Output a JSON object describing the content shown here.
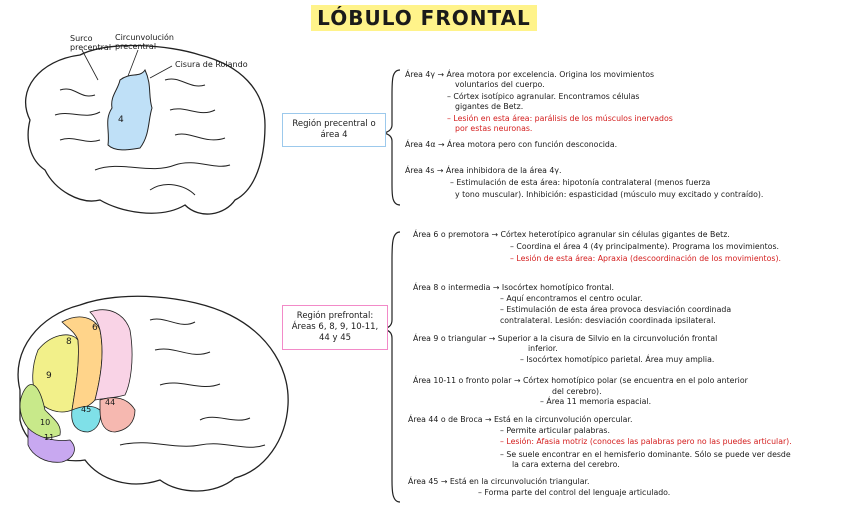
{
  "title": "LÓBULO FRONTAL",
  "brain1_labels": {
    "surco": "Surco precentral",
    "circunvolucion": "Circunvolución precentral",
    "cisura": "Cisura de Rolando",
    "area": "4"
  },
  "brain2_labels": [
    "6",
    "8",
    "9",
    "10",
    "11",
    "45",
    "44"
  ],
  "box1": "Región precentral o área 4",
  "box2": "Región prefrontal: Áreas 6, 8, 9, 10-11, 44 y 45",
  "section1": [
    {
      "text": "Área 4γ → Área motora por excelencia. Origina los movimientos",
      "cls": ""
    },
    {
      "text": "voluntarios del cuerpo.",
      "cls": ""
    },
    {
      "text": "– Córtex isotípico agranular. Encontramos células",
      "cls": ""
    },
    {
      "text": "gigantes de Betz.",
      "cls": ""
    },
    {
      "text": "– Lesión en esta área: parálisis de los músculos inervados",
      "cls": "red"
    },
    {
      "text": "por estas neuronas.",
      "cls": "red"
    },
    {
      "text": "Área 4α → Área motora pero con función desconocida.",
      "cls": ""
    },
    {
      "text": "Área 4s → Área inhibidora de la área 4γ.",
      "cls": ""
    },
    {
      "text": "– Estimulación de esta área: hipotonía contralateral (menos fuerza",
      "cls": ""
    },
    {
      "text": "y tono muscular). Inhibición: espasticidad (músculo muy excitado y contraído).",
      "cls": ""
    }
  ],
  "section2": [
    {
      "text": "Área 6 o premotora → Córtex heterotípico agranular sin células gigantes de Betz.",
      "cls": ""
    },
    {
      "text": "– Coordina el área 4 (4γ principalmente). Programa los movimientos.",
      "cls": ""
    },
    {
      "text": "– Lesión de esta área: Apraxia (descoordinación de los movimientos).",
      "cls": "red"
    },
    {
      "text": "Área 8 o intermedia → Isocórtex homotípico frontal.",
      "cls": ""
    },
    {
      "text": "– Aquí encontramos el centro ocular.",
      "cls": ""
    },
    {
      "text": "– Estimulación de esta área provoca desviación coordinada",
      "cls": ""
    },
    {
      "text": "contralateral. Lesión: desviación coordinada ipsilateral.",
      "cls": ""
    },
    {
      "text": "Área 9 o triangular → Superior a la cisura de Silvio en la circunvolución frontal",
      "cls": ""
    },
    {
      "text": "inferior.",
      "cls": ""
    },
    {
      "text": "– Isocórtex homotípico parietal. Área muy amplia.",
      "cls": ""
    },
    {
      "text": "Área 10-11 o fronto polar → Córtex homotípico polar (se encuentra en el polo anterior",
      "cls": ""
    },
    {
      "text": "del cerebro).",
      "cls": ""
    },
    {
      "text": "– Área 11 memoria espacial.",
      "cls": ""
    },
    {
      "text": "Área 44 o de Broca → Está en la circunvolución opercular.",
      "cls": ""
    },
    {
      "text": "– Permite articular palabras.",
      "cls": ""
    },
    {
      "text": "– Lesión: Afasia motriz (conoces las palabras pero no las puedes articular).",
      "cls": "red"
    },
    {
      "text": "– Se suele encontrar en el hemisferio dominante. Sólo se puede ver desde",
      "cls": ""
    },
    {
      "text": "la cara externa del cerebro.",
      "cls": ""
    },
    {
      "text": "Área 45 → Está en la circunvolución triangular.",
      "cls": ""
    },
    {
      "text": "– Forma parte del control del lenguaje articulado.",
      "cls": ""
    }
  ],
  "colors": {
    "area4": "#bfe0f7",
    "area6": "#f9d3e6",
    "area8": "#ffd48a",
    "area9": "#f2f08a",
    "area10": "#c8e98a",
    "area11": "#c8a8f0",
    "area45": "#7fe0e8",
    "area44": "#f6b8b0"
  }
}
